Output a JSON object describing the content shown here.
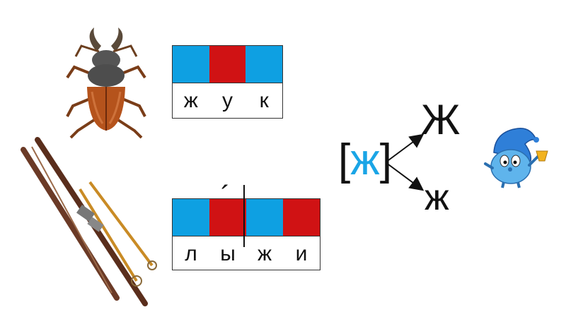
{
  "colors": {
    "vowel": "#ef2424",
    "consonant": "#1aa5e6",
    "vowel_red": "#d01214",
    "consonant_blue": "#0ea0e2"
  },
  "icons": [
    "stag-beetle-icon",
    "skis-and-poles-icon",
    "gnome-with-bell-icon"
  ],
  "word1": {
    "bars": [
      "consonant",
      "vowel",
      "consonant"
    ],
    "letters": [
      "ж",
      "у",
      "к"
    ]
  },
  "word2": {
    "bars": [
      "consonant",
      "vowel",
      "consonant",
      "vowel"
    ],
    "letters": [
      "л",
      "ы",
      "ж",
      "и"
    ],
    "accent": "´"
  },
  "transcription": {
    "open": "[",
    "sound": "ж",
    "close": "]"
  },
  "letters": {
    "upper": "Ж",
    "lower": "ж"
  }
}
